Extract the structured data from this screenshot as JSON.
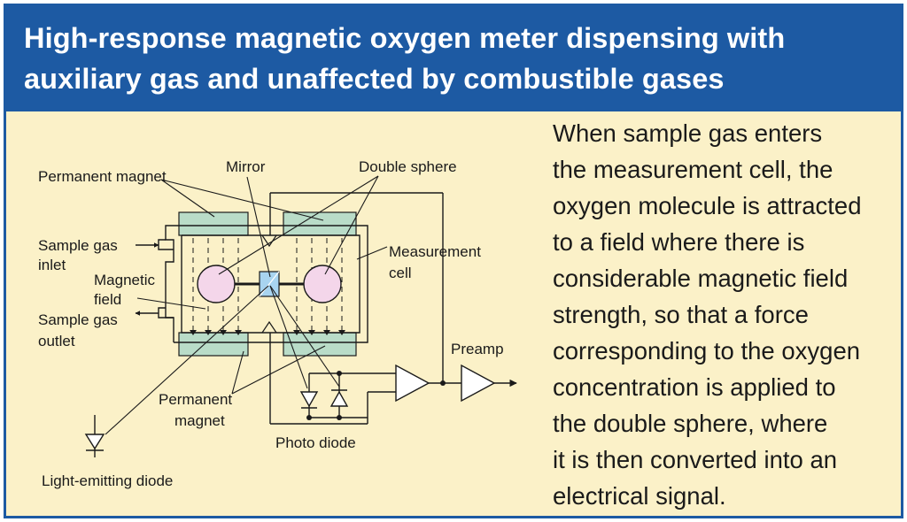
{
  "title": {
    "line1": "High-response magnetic oxygen meter dispensing with",
    "line2": "auxiliary gas and unaffected by combustible gases"
  },
  "diagram_labels": {
    "permanent_magnet_top": "Permanent magnet",
    "mirror": "Mirror",
    "double_sphere": "Double sphere",
    "sample_gas_inlet_1": "Sample gas",
    "sample_gas_inlet_2": "inlet",
    "magnetic_field_1": "Magnetic",
    "magnetic_field_2": "field",
    "sample_gas_outlet_1": "Sample gas",
    "sample_gas_outlet_2": "outlet",
    "measurement_cell_1": "Measurement",
    "measurement_cell_2": "cell",
    "preamp": "Preamp",
    "permanent_magnet_bottom_1": "Permanent",
    "permanent_magnet_bottom_2": "magnet",
    "photo_diode": "Photo diode",
    "light_emitting_diode": "Light-emitting diode"
  },
  "description_lines": [
    "When sample gas enters",
    "the measurement cell, the",
    "oxygen molecule is attracted",
    "to a field where there is",
    "considerable magnetic field",
    "strength, so that a force",
    "corresponding to the oxygen",
    "concentration is applied to",
    "the double sphere, where",
    "it is then converted into an",
    "electrical signal."
  ],
  "colors": {
    "title_background": "#1d5aa3",
    "panel_background": "#fbf1c8",
    "magnet": "#b9dcc8",
    "sphere": "#f4d6ea",
    "mirror": "#a8d4f0"
  }
}
